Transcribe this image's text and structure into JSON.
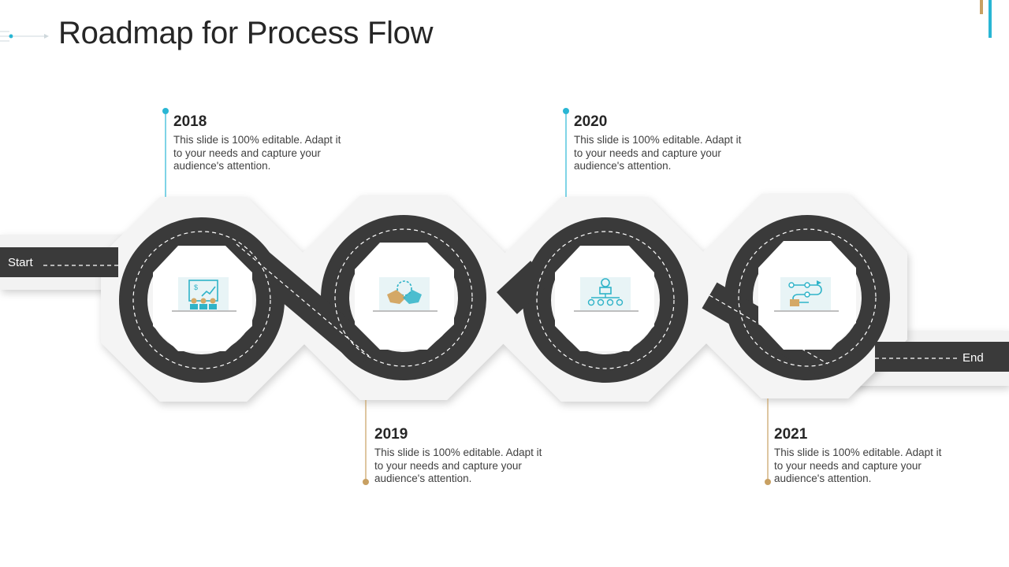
{
  "slide": {
    "title": "Roadmap for Process Flow"
  },
  "road": {
    "start_label": "Start",
    "end_label": "End"
  },
  "milestones": [
    {
      "year": "2018",
      "text": "This slide is 100% editable. Adapt it to your needs and capture your audience's attention.",
      "icon": "presentation-board-icon",
      "accent": "#29b6d4"
    },
    {
      "year": "2019",
      "text": "This slide is 100% editable. Adapt it to your needs and capture your audience's attention.",
      "icon": "handshake-gear-icon",
      "accent": "#c8a062"
    },
    {
      "year": "2020",
      "text": "This slide is 100% editable. Adapt it to your needs and capture your audience's attention.",
      "icon": "team-hierarchy-icon",
      "accent": "#29b6d4"
    },
    {
      "year": "2021",
      "text": "This slide is 100% editable. Adapt it to your needs and capture your audience's attention.",
      "icon": "process-path-icon",
      "accent": "#c8a062"
    }
  ],
  "colors": {
    "road": "#3a3a3a",
    "road_border": "#f0f0f0",
    "icon_teal": "#2fb3c8",
    "icon_gold": "#d4a866"
  }
}
